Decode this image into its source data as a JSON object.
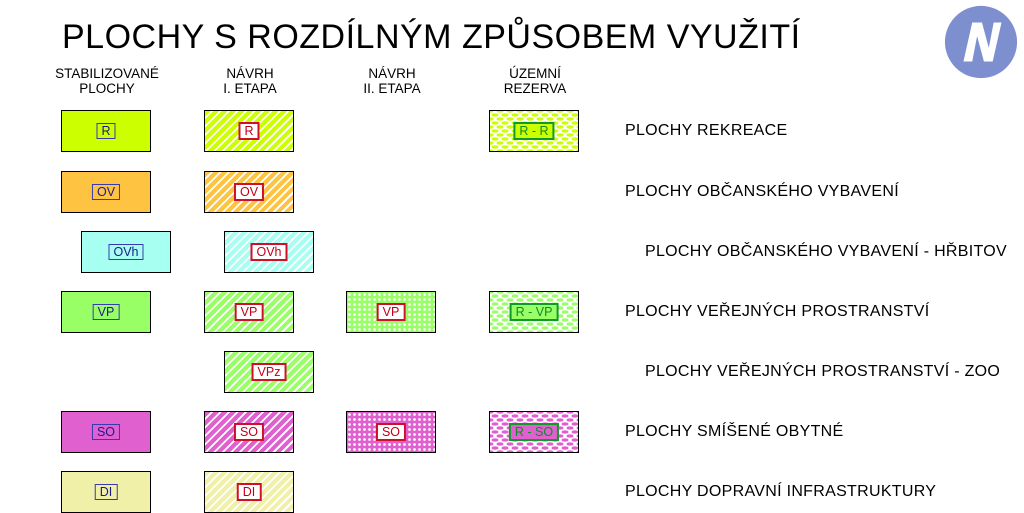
{
  "title": "PLOCHY S ROZDÍLNÝM ZPŮSOBEM VYUŽITÍ",
  "logo": {
    "icon": "n-logo-icon",
    "letter": "N",
    "color": "#7e8fcf"
  },
  "columns": [
    {
      "label": "STABILIZOVANÉ\nPLOCHY"
    },
    {
      "label": "NÁVRH\nI. ETAPA"
    },
    {
      "label": "NÁVRH\nII. ETAPA"
    },
    {
      "label": "ÚZEMNÍ\nREZERVA"
    }
  ],
  "rows": [
    {
      "label": "PLOCHY REKREACE",
      "color": "#ccff00",
      "stab": "R",
      "nav1": "R",
      "nav2": null,
      "rez": "R - R"
    },
    {
      "label": "PLOCHY OBČANSKÉHO VYBAVENÍ",
      "color": "#ffc342",
      "stab": "OV",
      "nav1": "OV",
      "nav2": null,
      "rez": null
    },
    {
      "label": "PLOCHY OBČANSKÉHO VYBAVENÍ - HŘBITOV",
      "color": "#a6fff0",
      "stab": "OVh",
      "nav1": "OVh",
      "nav2": null,
      "rez": null
    },
    {
      "label": "PLOCHY VEŘEJNÝCH PROSTRANSTVÍ",
      "color": "#99ff66",
      "stab": "VP",
      "nav1": "VP",
      "nav2": "VP",
      "rez": "R - VP"
    },
    {
      "label": "PLOCHY VEŘEJNÝCH PROSTRANSTVÍ - ZOO",
      "color": "#99ff66",
      "stab": null,
      "nav1": "VPz",
      "nav2": null,
      "rez": null
    },
    {
      "label": "PLOCHY SMÍŠENÉ OBYTNÉ",
      "color": "#e060d0",
      "stab": "SO",
      "nav1": "SO",
      "nav2": "SO",
      "rez": "R - SO"
    },
    {
      "label": "PLOCHY DOPRAVNÍ INFRASTRUKTURY",
      "color": "#f0f0a8",
      "stab": "DI",
      "nav1": "DI",
      "nav2": null,
      "rez": null
    }
  ]
}
